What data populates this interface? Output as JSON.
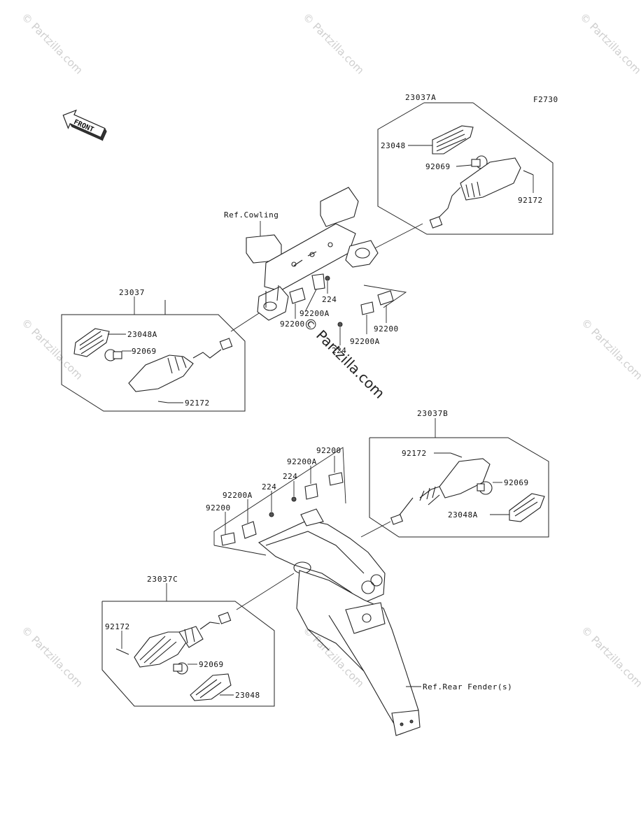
{
  "diagram_code": "F2730",
  "front_arrow_label": "FRONT",
  "watermark": "© Partzilla.com",
  "center_watermark": "© Partzilla.com",
  "refs": {
    "cowling": "Ref.Cowling",
    "rear_fender": "Ref.Rear Fender(s)"
  },
  "groups": {
    "front_right": {
      "assembly": "23037A",
      "lens": "23048",
      "bulb": "92069",
      "screw": "92172"
    },
    "front_left": {
      "assembly": "23037",
      "lens": "23048A",
      "bulb": "92069",
      "screw": "92172"
    },
    "rear_right": {
      "assembly": "23037B",
      "screw": "92172",
      "bulb": "92069",
      "lens": "23048A"
    },
    "rear_left": {
      "assembly": "23037C",
      "screw": "92172",
      "bulb": "92069",
      "lens": "23048"
    }
  },
  "front_brackets": {
    "bolt_upper": "224",
    "nut_upper": "92200A",
    "plate_left": "92200",
    "plate_right": "92200",
    "nut_lower": "92200A",
    "bolt_lower": "224"
  },
  "rear_brackets": {
    "plate_top": "92200",
    "nut_top": "92200A",
    "bolt_mid": "224",
    "bolt_low": "224",
    "nut_low": "92200A",
    "plate_low": "92200"
  }
}
